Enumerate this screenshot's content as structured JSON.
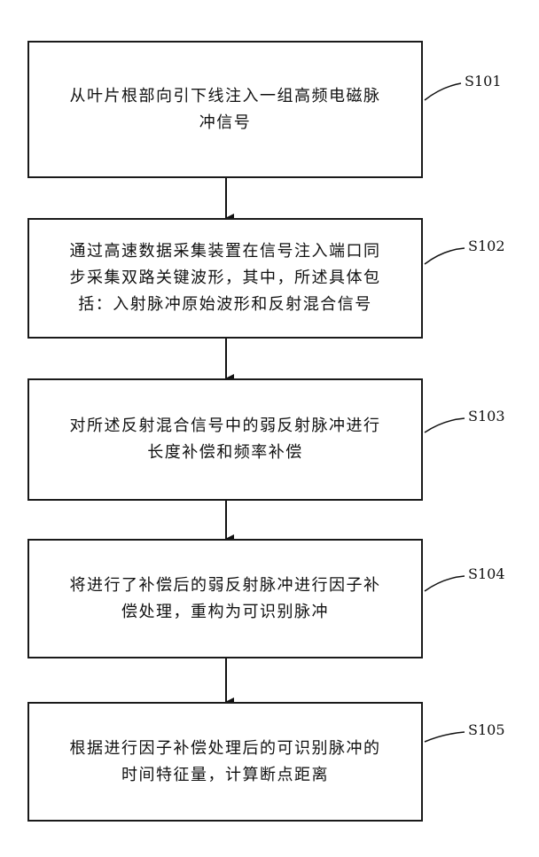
{
  "steps": [
    {
      "id": "S101",
      "text": "从叶片根部向引下线注入一组高频电磁脉\n冲信号"
    },
    {
      "id": "S102",
      "text": "通过高速数据采集装置在信号注入端口同\n步采集双路关键波形，其中，所述具体包\n括：入射脉冲原始波形和反射混合信号"
    },
    {
      "id": "S103",
      "text": "对所述反射混合信号中的弱反射脉冲进行\n长度补偿和频率补偿"
    },
    {
      "id": "S104",
      "text": "将进行了补偿后的弱反射脉冲进行因子补\n偿处理，重构为可识别脉冲"
    },
    {
      "id": "S105",
      "text": "根据进行因子补偿处理后的可识别脉冲的\n时间特征量，计算断点距离"
    }
  ]
}
